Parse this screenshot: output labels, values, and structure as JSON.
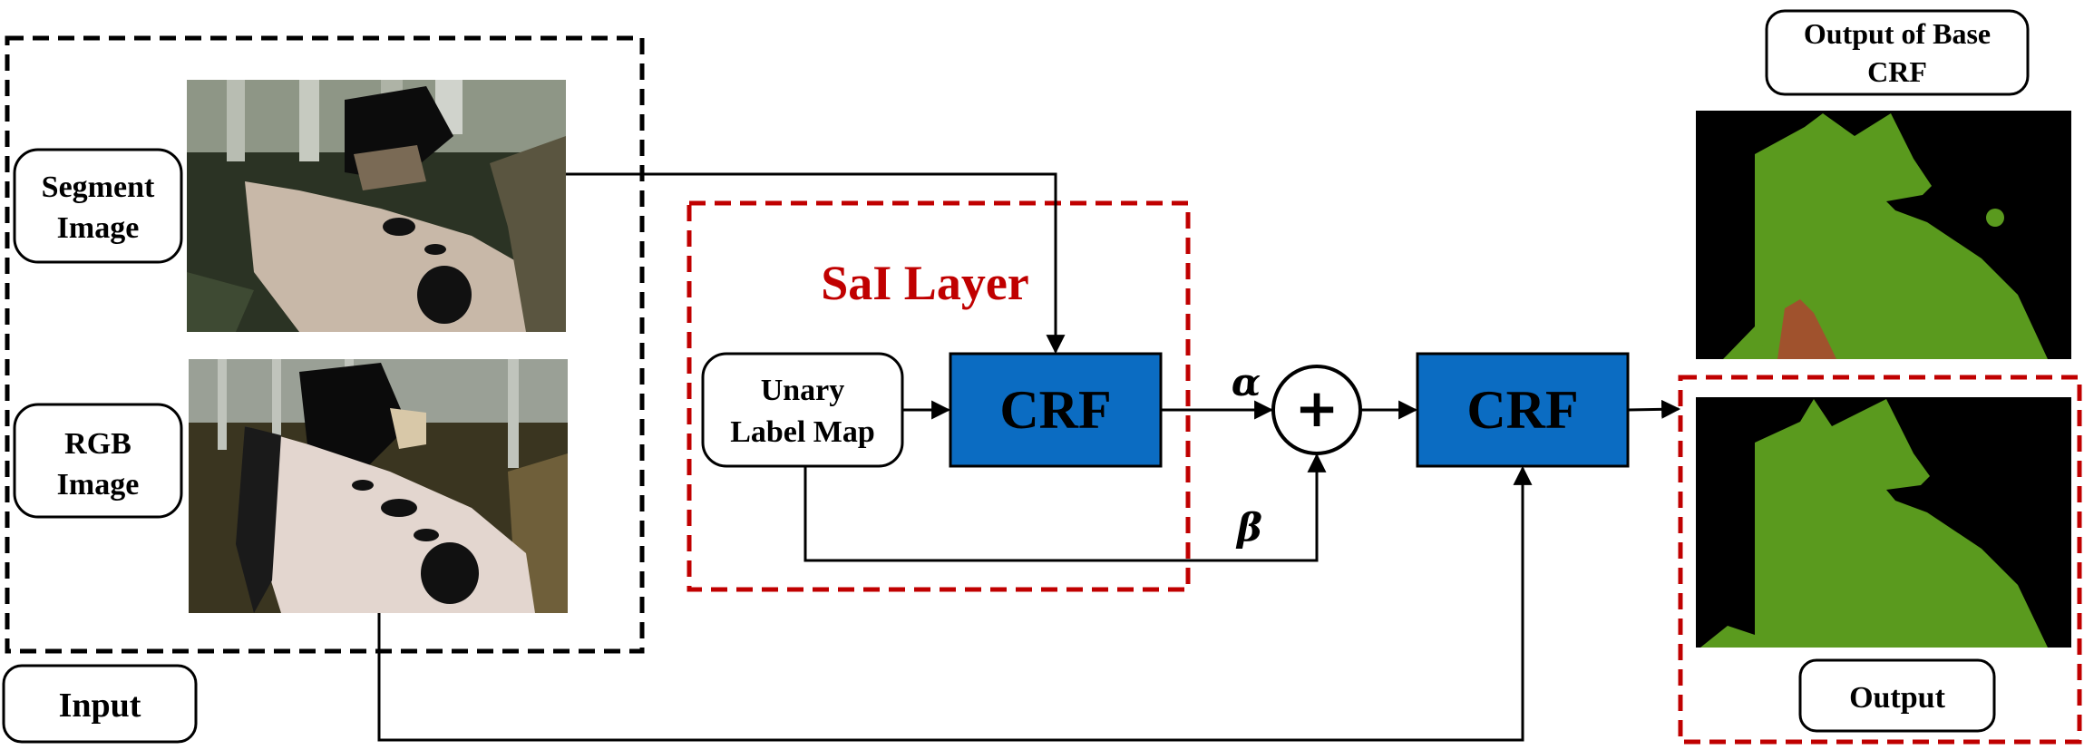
{
  "input_group": {
    "label": "Input",
    "segment_label_line1": "Segment",
    "segment_label_line2": "Image",
    "rgb_label_line1": "RGB",
    "rgb_label_line2": "Image"
  },
  "sal_layer": {
    "title": "SaI Layer",
    "unary_line1": "Unary",
    "unary_line2": "Label Map",
    "crf_label": "CRF"
  },
  "combine": {
    "alpha": "α",
    "beta": "β",
    "plus": "+"
  },
  "final_crf": {
    "label": "CRF"
  },
  "outputs": {
    "base_line1": "Output of Base",
    "base_line2": "CRF",
    "output_label": "Output"
  },
  "colors": {
    "crf_fill": "#0b6cc2",
    "sal_border": "#c00000",
    "sal_title": "#c00000",
    "mask_green": "#5a9a1e",
    "mask_brown": "#a0522d"
  }
}
